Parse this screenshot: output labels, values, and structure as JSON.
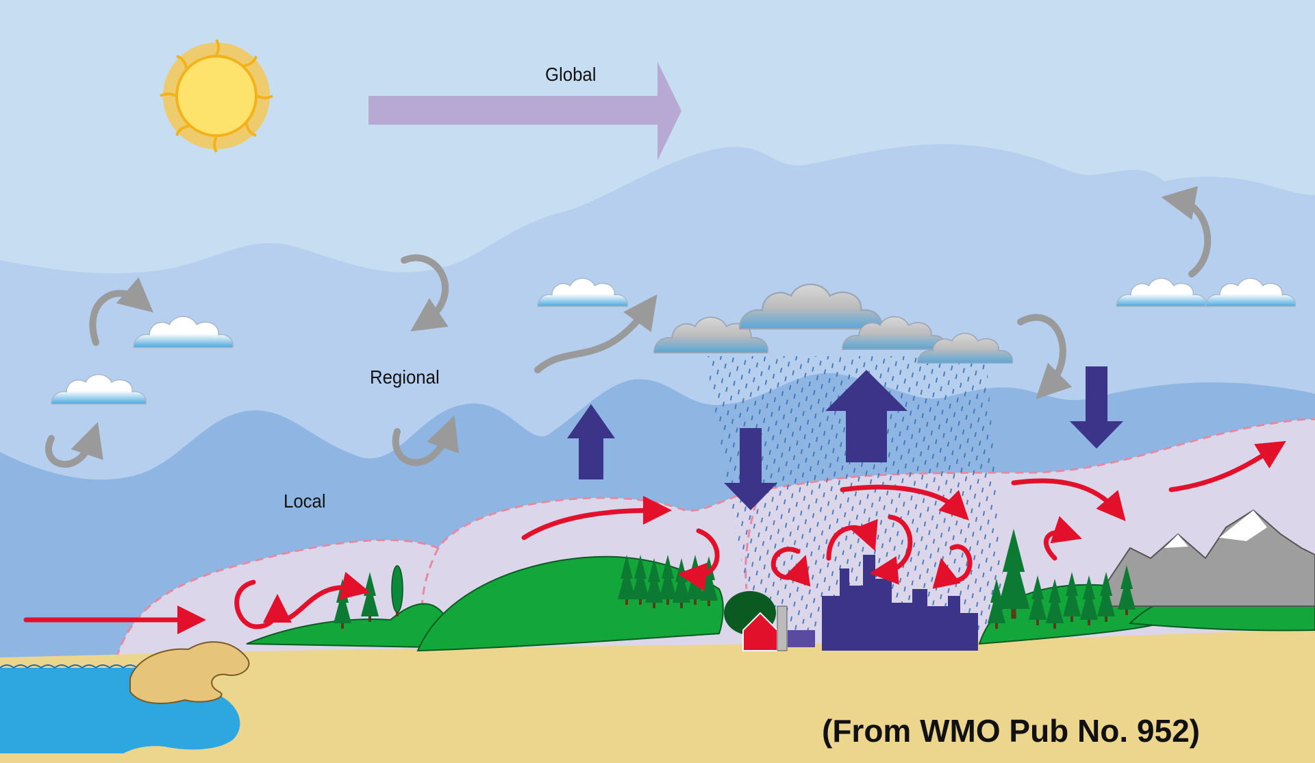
{
  "labels": {
    "global": "Global",
    "regional": "Regional",
    "local": "Local"
  },
  "credit": "(From WMO Pub No. 952)",
  "colors": {
    "sky_top": "#c7ddf1",
    "global_band": "#b6cfee",
    "regional_band": "#8fb6e2",
    "local_band": "#dcd6ea",
    "ground": "#ecd58d",
    "water": "#2ea6e0",
    "vegetation": "#13a63a",
    "red_arrow": "#e2102a",
    "gray_arrow": "#9a9a9a",
    "purple_arrow": "#3b3488",
    "global_arrow": "#b7a9d3",
    "sun": "#fde26b"
  },
  "icons": [
    "sun-icon",
    "cloud-icon",
    "rain-cloud-icon",
    "forest-icon",
    "city-icon",
    "farm-icon",
    "mountain-icon",
    "island-icon"
  ]
}
